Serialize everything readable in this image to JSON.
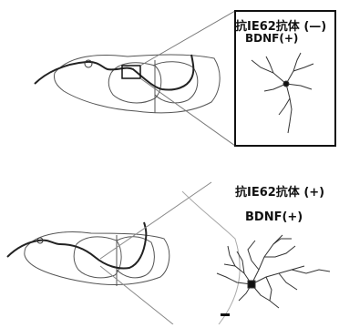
{
  "top_panel": {
    "label_line1": "抗IE62抗体 (—)",
    "label_line2": "BDNF(+)"
  },
  "bottom_panel": {
    "label_line1": "抗IE62抗体 (+)",
    "label_line2": "BDNF(+)"
  }
}
